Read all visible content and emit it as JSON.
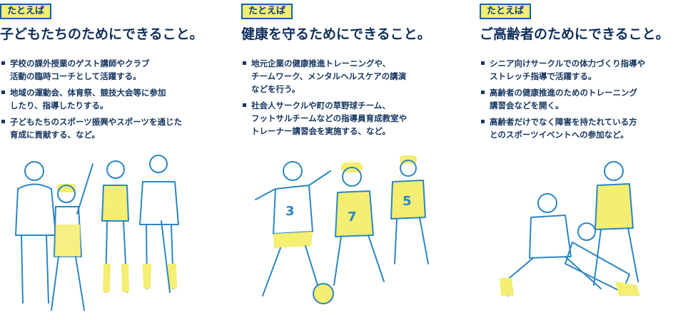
{
  "columns": [
    {
      "tag": "たとえば",
      "title": "子どもたちのためにできること。",
      "items": [
        [
          "学校の課外授業のゲスト講師やクラブ",
          "活動の臨時コーチとして活躍する。"
        ],
        [
          "地域の運動会、体育祭、競技大会等に参加",
          "したり、指導したりする。"
        ],
        [
          "子どもたちのスポーツ振興やスポーツを通じた",
          "育成に貢献する、など。"
        ]
      ]
    },
    {
      "tag": "たとえば",
      "title": "健康を守るためにできること。",
      "items": [
        [
          "地元企業の健康推進トレーニングや、",
          "チームワーク、メンタルヘルスケアの講演",
          "などを行う。"
        ],
        [
          "社会人サークルや町の草野球チーム、",
          "フットサルチームなどの指導員育成教室や",
          "トレーナー講習会を実施する、など。"
        ]
      ]
    },
    {
      "tag": "たとえば",
      "title": "ご高齢者のためにできること。",
      "items": [
        [
          "シニア向けサークルでの体力づくり指導や",
          "ストレッチ指導で活躍する。"
        ],
        [
          "高齢者の健康推進のためのトレーニング",
          "講習会などを開く。"
        ],
        [
          "高齢者だけでなく障害を持たれている方",
          "とのスポーツイベントへの参加など。"
        ]
      ]
    }
  ],
  "jerseys": [
    "3",
    "7",
    "5"
  ],
  "colors": {
    "accent_yellow": "#f4ee73",
    "line_blue": "#2b86c4",
    "text_navy": "#10305a"
  }
}
